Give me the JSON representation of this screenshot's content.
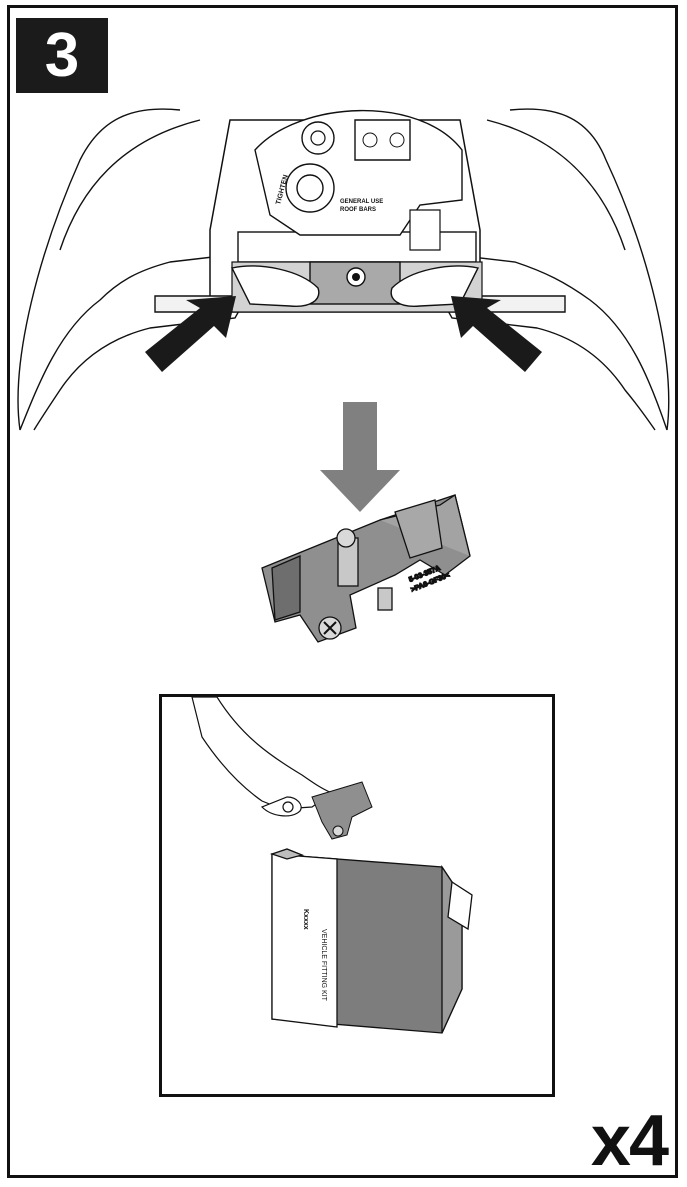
{
  "step": {
    "number": "3"
  },
  "quantity": {
    "label": "x4"
  },
  "main_illustration": {
    "mechanism_labels": {
      "tighten": "TIGHTEN",
      "general_use_line1": "GENERAL USE",
      "general_use_line2": "ROOF BARS"
    }
  },
  "part_illustration": {
    "part_code_line1": "5-03-357A",
    "part_code_line2": ">PA6-GF30<"
  },
  "inset": {
    "box_label_vertical": "VEHICLE FITTING KIT",
    "box_code": "Kxxxx"
  },
  "colors": {
    "ink": "#111111",
    "gray_part": "#8f8f8f",
    "box_gray": "#7d7d7d",
    "arrow_gray": "#808080"
  }
}
